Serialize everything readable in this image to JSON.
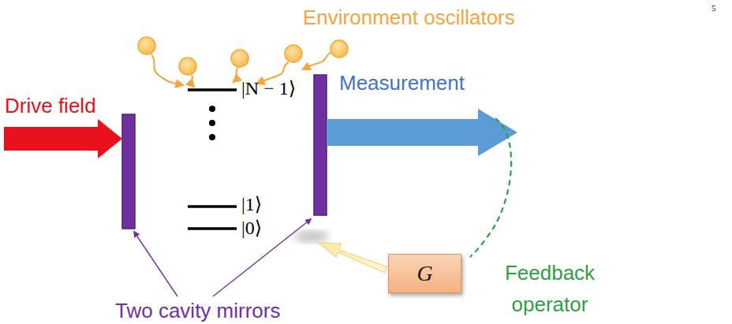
{
  "diagram": {
    "nodes": [
      {
        "text": [
          "G"
        ]
      }
    ],
    "labels": [
      "5",
      "Environment oscillators",
      "Drive field",
      "|N − 1⟩",
      "|1⟩",
      "|0⟩",
      "Measurement",
      "Two cavity mirrors",
      "Feedback operator"
    ]
  }
}
